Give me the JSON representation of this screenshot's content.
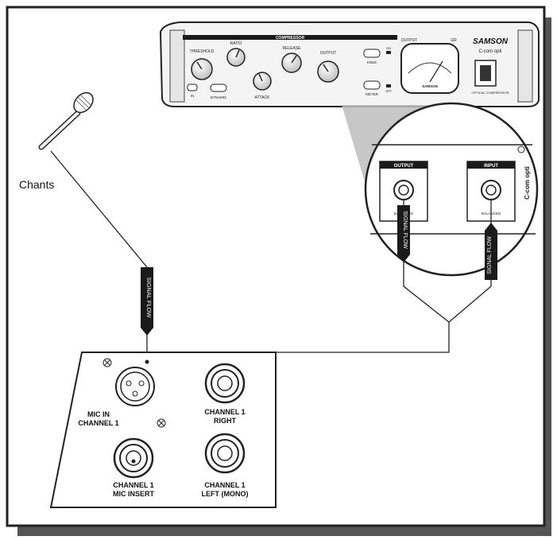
{
  "microphone_label": "Chants",
  "signal_flow_label": "SIGNAL FLOW",
  "compressor": {
    "brand": "SAMSON",
    "model": "C-com opti",
    "section_title": "COMPRESSOR",
    "knobs": {
      "threshold": "THRESHOLD",
      "ratio": "RATIO",
      "attack": "ATTACK",
      "release": "RELEASE",
      "output": "OUTPUT"
    },
    "meter_label": "OUTPUT",
    "meter_gr": "GR",
    "meter_brand": "SAMSON",
    "power_label": "OPTICAL COMPRESSOR",
    "small_labels": {
      "dynamic": "DYNAMIC",
      "knee": "KNEE",
      "on": "ON",
      "off": "OFF",
      "meter": "METER",
      "in": "IN"
    },
    "rear": {
      "output_label": "OUTPUT",
      "input_label": "INPUT",
      "output_sub": "BALANCED",
      "input_sub": "BALANCED",
      "model": "C-com opti"
    }
  },
  "mixer": {
    "mic_in": "MIC IN",
    "mic_in_channel": "CHANNEL 1",
    "insert_channel": "CHANNEL 1",
    "insert_label": "MIC INSERT",
    "right_channel": "CHANNEL 1",
    "right_label": "RIGHT",
    "left_channel": "CHANNEL 1",
    "left_label": "LEFT (MONO)"
  }
}
